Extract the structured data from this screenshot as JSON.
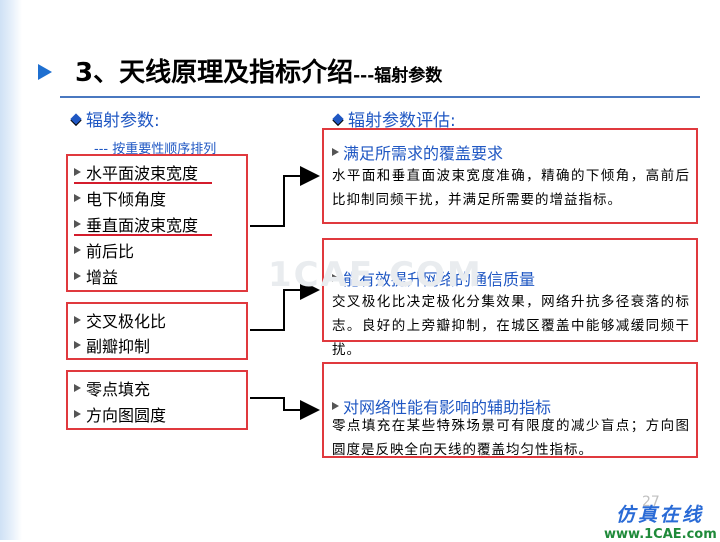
{
  "title": {
    "main": "3、天线原理及指标介绍",
    "sub": "---辐射参数"
  },
  "left_heading": "辐射参数:",
  "left_note": "---  按重要性顺序排列",
  "right_heading": "辐射参数评估:",
  "group1": {
    "items": [
      "水平面波束宽度",
      "电下倾角度",
      "垂直面波束宽度",
      "前后比",
      "增益"
    ]
  },
  "group2": {
    "items": [
      "交叉极化比",
      "副瓣抑制"
    ]
  },
  "group3": {
    "items": [
      "零点填充",
      "方向图圆度"
    ]
  },
  "eval1": {
    "title": "满足所需求的覆盖要求",
    "text": "水平面和垂直面波束宽度准确，精确的下倾角，高前后比抑制同频干扰，并满足所需要的增益指标。"
  },
  "eval2": {
    "title": "能有效提升网络的通信质量",
    "text": "交叉极化比决定极化分集效果，网络升抗多径衰落的标志。良好的上旁瓣抑制，在城区覆盖中能够减缓同频干扰。"
  },
  "eval3": {
    "title": "对网络性能有影响的辅助指标",
    "text": "零点填充在某些特殊场景可有限度的减少盲点；方向图圆度是反映全向天线的覆盖均匀性指标。"
  },
  "watermark": "1CAE.COM",
  "page_number": "27",
  "brand": {
    "name": "仿真在线",
    "url": "www.1CAE.com"
  },
  "colors": {
    "accent_blue": "#1f57c3",
    "box_red": "#e0393e",
    "underline_red": "#d41c2c",
    "brand_green": "#1f8a3a"
  }
}
